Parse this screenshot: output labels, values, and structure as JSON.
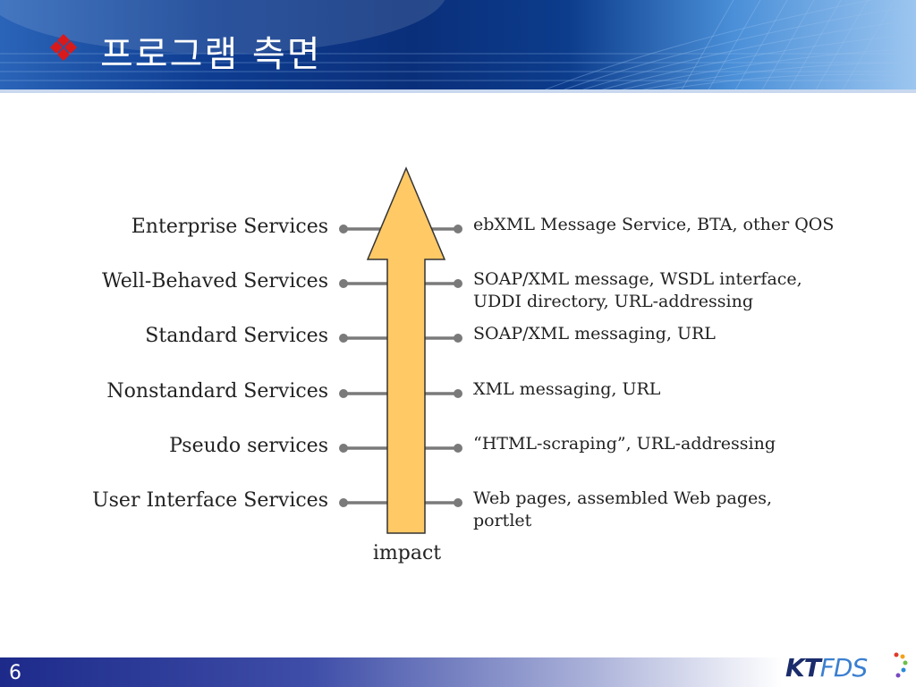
{
  "header": {
    "title": "프로그램 측면"
  },
  "diagram": {
    "arrow_label": "impact",
    "levels": [
      {
        "name": "Enterprise Services",
        "examples": [
          "ebXML Message Service, BTA, other QOS"
        ]
      },
      {
        "name": "Well-Behaved Services",
        "examples": [
          "SOAP/XML message, WSDL interface,",
          "UDDI directory, URL-addressing"
        ]
      },
      {
        "name": "Standard Services",
        "examples": [
          "SOAP/XML messaging, URL"
        ]
      },
      {
        "name": "Nonstandard Services",
        "examples": [
          "XML messaging, URL"
        ]
      },
      {
        "name": "Pseudo services",
        "examples": [
          "“HTML-scraping”, URL-addressing"
        ]
      },
      {
        "name": "User Interface Services",
        "examples": [
          "Web pages, assembled Web pages,",
          "portlet"
        ]
      }
    ]
  },
  "footer": {
    "page_number": "6",
    "logo_kt": "KT",
    "logo_fds": "FDS"
  },
  "colors": {
    "arrow_fill": "#ffc966",
    "arrow_stroke": "#333333",
    "connector": "#7a7a7a",
    "title_icon": "#d81a1a"
  }
}
